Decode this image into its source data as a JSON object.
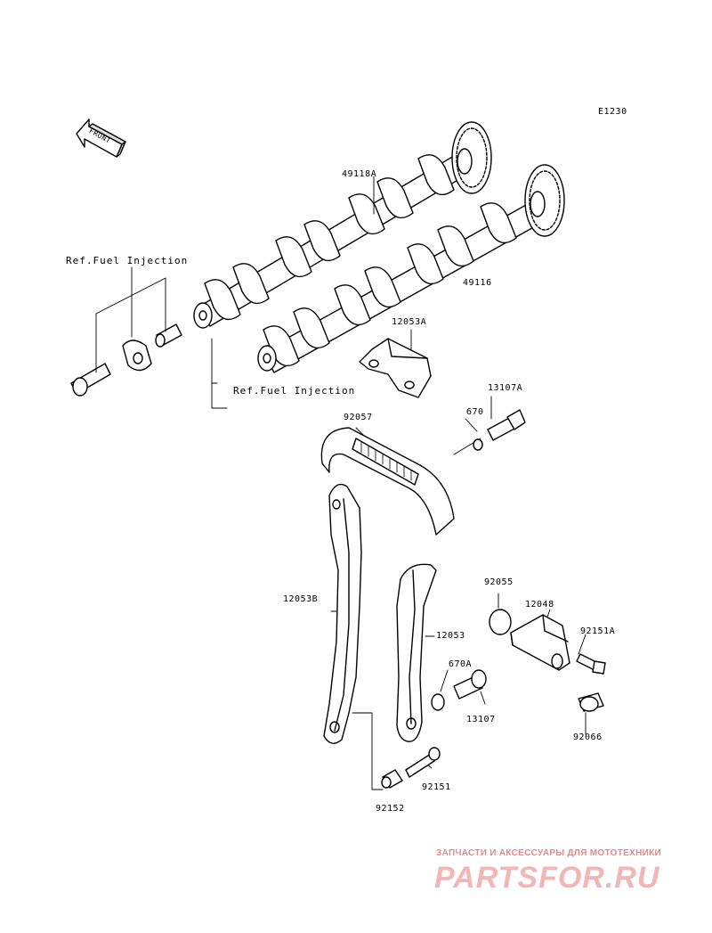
{
  "diagram_code": "E1230",
  "front_label": "FRONT",
  "references": {
    "ref_upper": "Ref.Fuel Injection",
    "ref_lower": "Ref.Fuel Injection"
  },
  "parts": {
    "p49118A": "49118A",
    "p49116": "49116",
    "p12053A": "12053A",
    "p13107A": "13107A",
    "p670": "670",
    "p92057": "92057",
    "p12053B": "12053B",
    "p92055": "92055",
    "p12048": "12048",
    "p92151A": "92151A",
    "p12053": "12053",
    "p670A": "670A",
    "p13107": "13107",
    "p92066": "92066",
    "p92151": "92151",
    "p92152": "92152"
  },
  "watermark": {
    "tagline": "ЗАПЧАСТИ И АКСЕССУАРЫ ДЛЯ МОТОТЕХНИКИ",
    "brand": "PARTSFOR.RU"
  }
}
